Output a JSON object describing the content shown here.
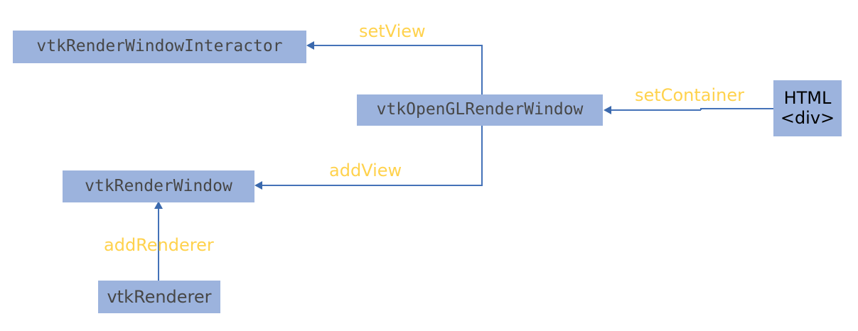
{
  "diagram": {
    "title": "VTK render window / interactor wiring diagram",
    "colors": {
      "node_fill": "#9cb3dd",
      "node_text": "#474747",
      "node_text_black": "#000000",
      "edge_line": "#4472b8",
      "arrowhead": "#3b69ad",
      "edge_label": "#ffd24d",
      "background": "#ffffff"
    },
    "nodes": [
      {
        "id": "interactor",
        "label": "vtkRenderWindowInteractor",
        "font": "mono"
      },
      {
        "id": "openglrw",
        "label": "vtkOpenGLRenderWindow",
        "font": "mono"
      },
      {
        "id": "renderwindow",
        "label": "vtkRenderWindow",
        "font": "mono"
      },
      {
        "id": "renderer",
        "label": "vtkRenderer",
        "font": "sans"
      },
      {
        "id": "htmldiv",
        "label_line1": "HTML",
        "label_line2": "<div>",
        "font": "sans"
      }
    ],
    "edges": [
      {
        "id": "setview",
        "label": "setView",
        "from": "openglrw",
        "to": "interactor"
      },
      {
        "id": "setcontainer",
        "label": "setContainer",
        "from": "htmldiv",
        "to": "openglrw"
      },
      {
        "id": "addview",
        "label": "addView",
        "from": "openglrw",
        "to": "renderwindow"
      },
      {
        "id": "addrenderer",
        "label": "addRenderer",
        "from": "renderer",
        "to": "renderwindow"
      }
    ]
  }
}
